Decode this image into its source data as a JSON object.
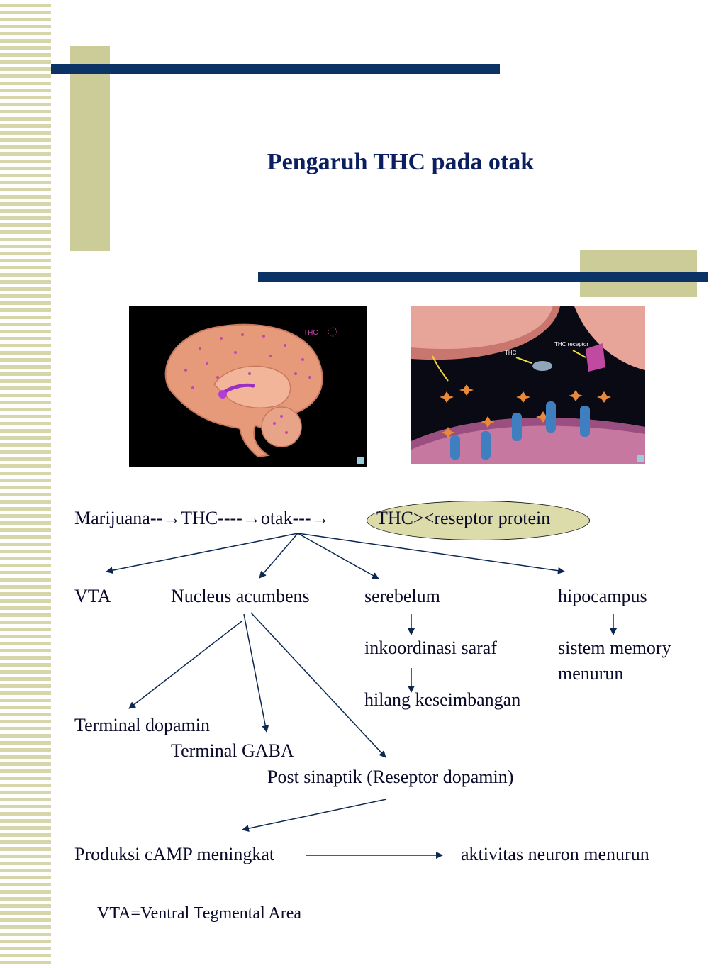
{
  "title": "Pengaruh THC pada otak",
  "images": {
    "brain": {
      "label": "THC"
    },
    "synapse": {
      "label_thc": "THC",
      "label_receptor": "THC receptor"
    }
  },
  "flow": {
    "top_line": {
      "part1": "Marijuana--",
      "part2": "THC----",
      "part3": "otak---",
      "part4": "THC><reseptor protein",
      "arrow_glyph": "→"
    },
    "targets": [
      "VTA",
      "Nucleus acumbens",
      "serebelum",
      "hipocampus"
    ],
    "serebelum_effects": [
      "inkoordinasi saraf",
      "hilang keseimbangan"
    ],
    "hipocampus_effect": [
      "sistem memory",
      "menurun"
    ],
    "acumbens_outputs": [
      "Terminal dopamin",
      "Terminal GABA",
      "Post sinaptik (Reseptor dopamin)"
    ],
    "result_left": "Produksi cAMP meningkat",
    "result_right": "aktivitas neuron menurun"
  },
  "footnote": "VTA=Ventral Tegmental Area",
  "colors": {
    "title": "#0b1e60",
    "navy_bar": "#0c3366",
    "olive": "#cccc99",
    "bubble": "#dcdcaa"
  }
}
